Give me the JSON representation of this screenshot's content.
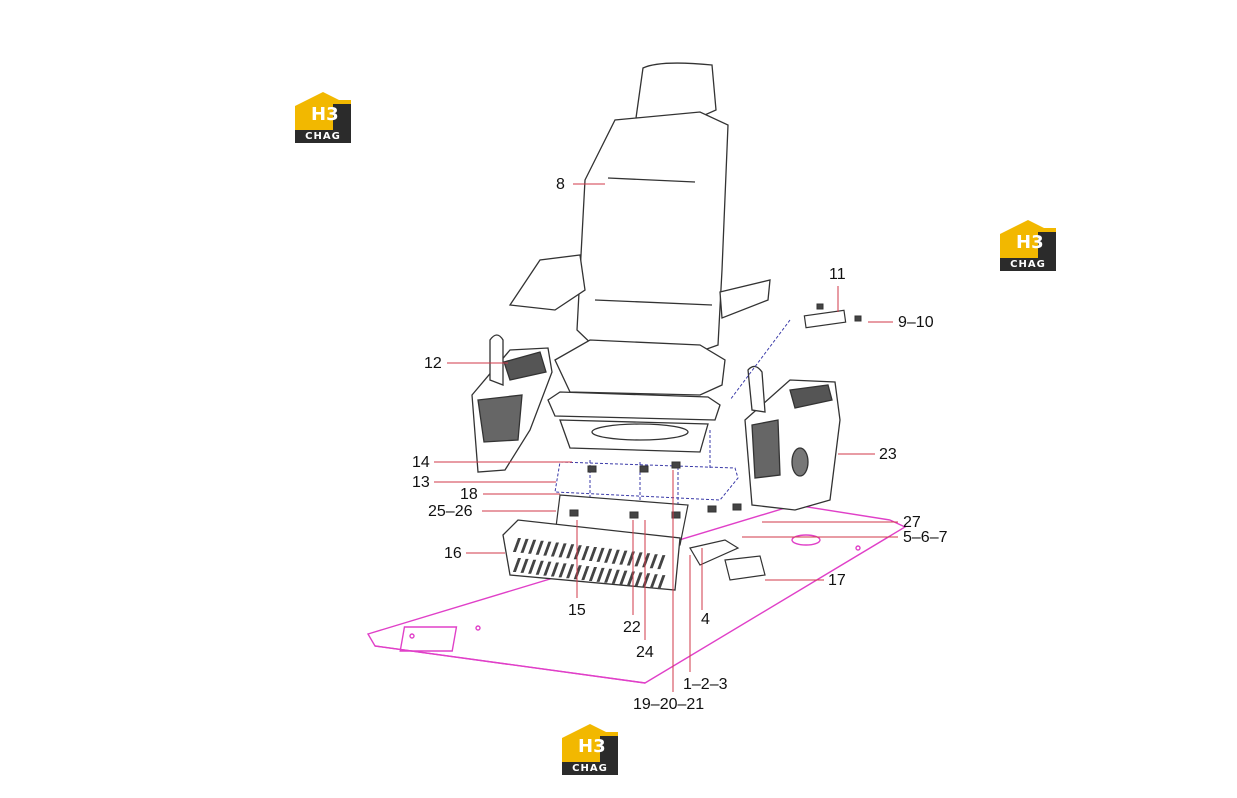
{
  "brand": {
    "monogram": "H3",
    "word": "CHAG",
    "colors": {
      "yellow": "#f2b800",
      "dark": "#2b2b2b"
    }
  },
  "callouts": {
    "c8": "8",
    "c11": "11",
    "c9_10": "9–10",
    "c12": "12",
    "c23": "23",
    "c14": "14",
    "c13": "13",
    "c18": "18",
    "c25_26": "25–26",
    "c27": "27",
    "c5_6_7": "5–6–7",
    "c16": "16",
    "c17": "17",
    "c15": "15",
    "c22": "22",
    "c4": "4",
    "c24": "24",
    "c1_2_3": "1–2–3",
    "c19_20_21": "19–20–21"
  },
  "colors": {
    "line": "#333333",
    "leader": "#d23a4a",
    "plate": "#e040c8",
    "assembly": "#3a3aa8"
  }
}
